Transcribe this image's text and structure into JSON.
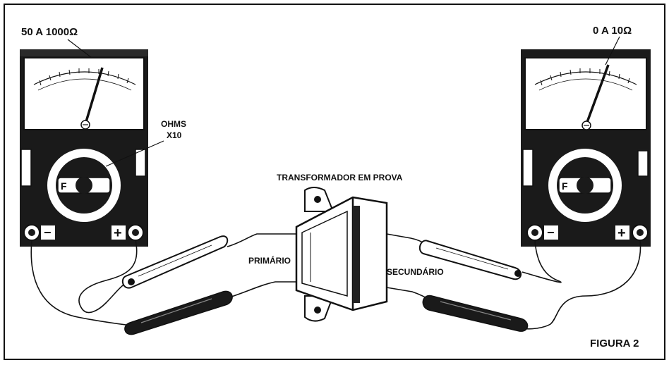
{
  "labels": {
    "left_range": "50 A 1000Ω",
    "right_range": "0 A 10Ω",
    "ohms": "OHMS",
    "x10": "X10",
    "transformer": "TRANSFORMADOR EM PROVA",
    "primary": "PRIMÁRIO",
    "secondary": "SECUNDÁRIO",
    "figure": "FIGURA 2"
  },
  "meters": {
    "minus": "−",
    "plus": "+",
    "selector_mark": "F"
  }
}
